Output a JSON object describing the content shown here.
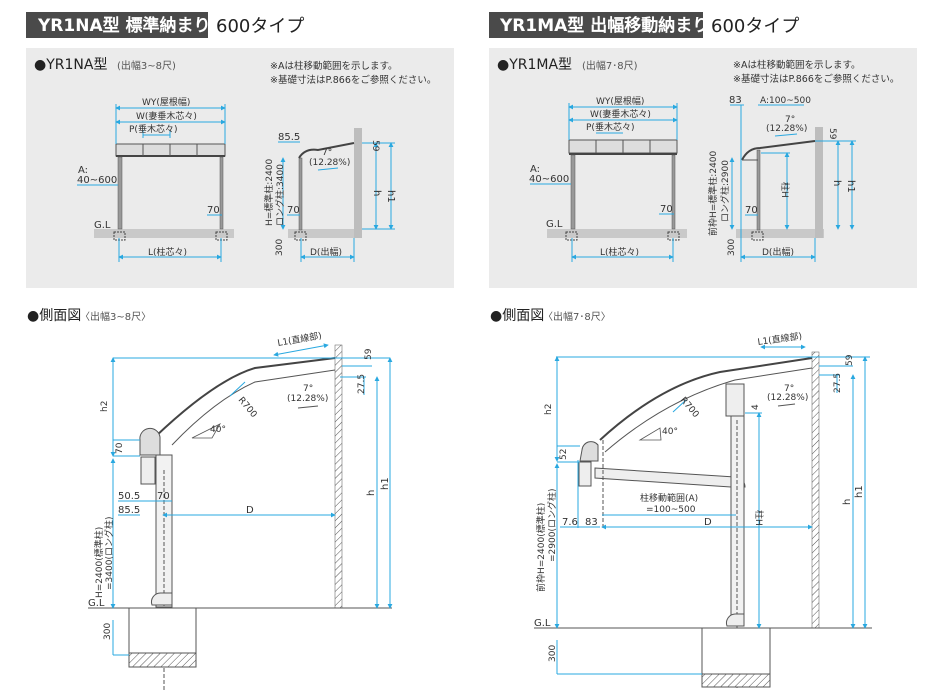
{
  "left": {
    "header_title": "YR1NA型 標準納まり",
    "header_type": "600タイプ",
    "model_title": "●YR1NA型",
    "model_sub": "(出幅3~8尺)",
    "notes": [
      "※Aは柱移動範囲を示します。",
      "※基礎寸法はP.866をご参照ください。"
    ],
    "front": {
      "wy": "WY(屋根幅)",
      "w": "W(妻垂木芯々)",
      "p": "P(垂木芯々)",
      "a": "A:",
      "a_range": "40~600",
      "seventy": "70",
      "gl": "G.L",
      "l": "L(柱芯々)"
    },
    "side": {
      "d855": "85.5",
      "deg": "7°",
      "pct": "(12.28%)",
      "fiftynine": "59",
      "h": "h",
      "h1": "h1",
      "hstd": "H=標準柱:2400",
      "hlong": "ロング柱:3400",
      "seventy": "70",
      "three00": "300",
      "d": "D(出幅)"
    },
    "section_title": "●側面図",
    "section_sub": "〈出幅3~8尺〉",
    "detail": {
      "l1": "L1(直線部)",
      "h2": "h2",
      "seventy": "70",
      "r700": "R700",
      "forty": "40°",
      "deg": "7°",
      "pct": "(12.28%)",
      "fiftynine": "59",
      "d275": "27.5",
      "h": "h",
      "h1": "h1",
      "d505": "50.5",
      "seventy2": "70",
      "d855": "85.5",
      "d": "D",
      "hstd": "H=2400(標準柱)",
      "hlong": "=3400(ロング柱)",
      "gl": "G.L",
      "three00": "300"
    }
  },
  "right": {
    "header_title": "YR1MA型 出幅移動納まり",
    "header_type": "600タイプ",
    "model_title": "●YR1MA型",
    "model_sub": "(出幅7･8尺)",
    "notes": [
      "※Aは柱移動範囲を示します。",
      "※基礎寸法はP.866をご参照ください。"
    ],
    "front": {
      "wy": "WY(屋根幅)",
      "w": "W(妻垂木芯々)",
      "p": "P(垂木芯々)",
      "a": "A:",
      "a_range": "40~600",
      "seventy": "70",
      "gl": "G.L",
      "l": "L(柱芯々)"
    },
    "side": {
      "d83": "83",
      "a_range": "A:100~500",
      "deg": "7°",
      "pct": "(12.28%)",
      "fiftynine": "59",
      "h": "h",
      "h1": "h1",
      "colh": "柱H",
      "hstd": "前枠H=標準柱:2400",
      "hlong": "ロング柱:2900",
      "seventy": "70",
      "three00": "300",
      "d": "D(出幅)"
    },
    "section_title": "●側面図",
    "section_sub": "〈出幅7･8尺〉",
    "detail": {
      "l1": "L1(直線部)",
      "h2": "h2",
      "fiftytwo": "52",
      "r700": "R700",
      "forty": "40°",
      "deg": "7°",
      "pct": "(12.28%)",
      "four": "4",
      "fiftynine": "59",
      "d275": "27.5",
      "h": "h",
      "h1": "h1",
      "colh": "柱H",
      "move": "柱移動範囲(A)",
      "move_range": "=100~500",
      "d76": "7.6",
      "d83": "83",
      "d": "D",
      "hstd": "前枠H=2400(標準柱)",
      "hlong": "=2900(ロング柱)",
      "gl": "G.L",
      "three00": "300"
    }
  }
}
